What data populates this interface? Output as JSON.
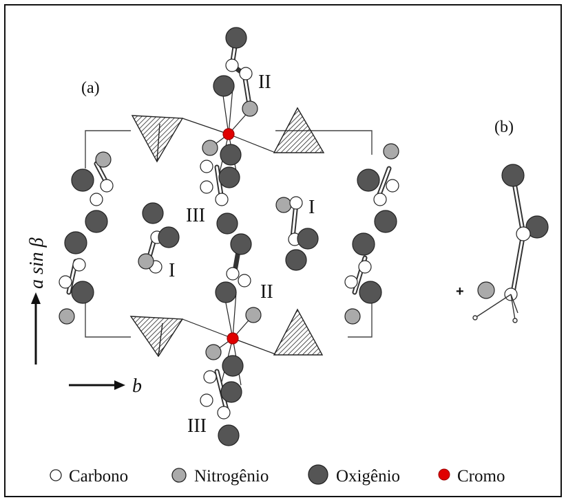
{
  "panel_a": {
    "label": "(a)"
  },
  "panel_b": {
    "label": "(b)"
  },
  "site_labels": {
    "II_top": "II",
    "III_top": "III",
    "I_left": "I",
    "I_right": "I",
    "II_bottom": "II",
    "III_bottom": "III"
  },
  "axes": {
    "vertical": "a sin β",
    "horizontal": "b"
  },
  "charge": "+",
  "legend": [
    {
      "key": "carbon",
      "label": "Carbono",
      "color": "#ffffff"
    },
    {
      "key": "nitrogen",
      "label": "Nitrogênio",
      "color": "#aaaaaa"
    },
    {
      "key": "oxygen",
      "label": "Oxigênio",
      "color": "#555555"
    },
    {
      "key": "chromium",
      "label": "Cromo",
      "color": "#e00000"
    }
  ]
}
